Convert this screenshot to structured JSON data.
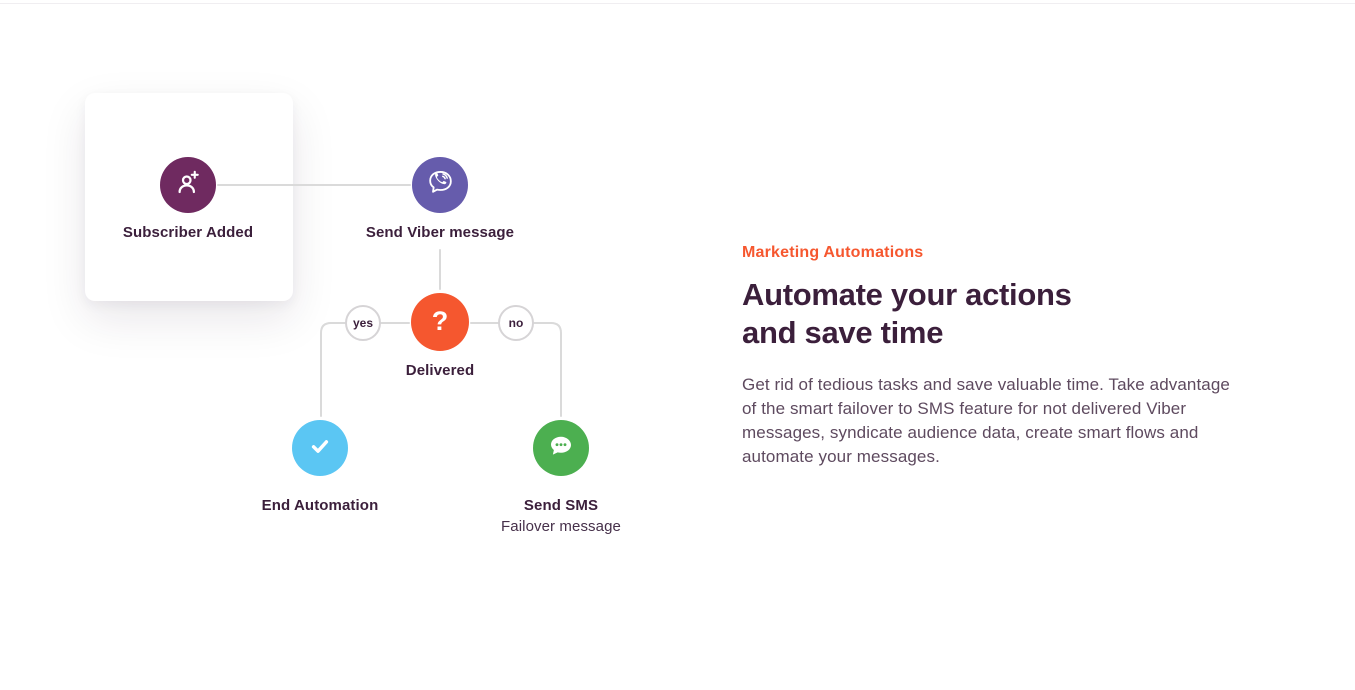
{
  "section": {
    "eyebrow": "Marketing Automations",
    "heading_line1": "Automate your actions",
    "heading_line2": "and save time",
    "paragraph": "Get rid of tedious tasks and save valuable time. Take advantage of the smart failover to SMS feature for not delivered Viber messages, syndicate audience data, create smart flows and automate your messages."
  },
  "flow": {
    "nodes": {
      "subscriber": {
        "label": "Subscriber Added",
        "icon": "person-add-icon",
        "color": "#6F2A60"
      },
      "viber": {
        "label": "Send Viber message",
        "icon": "viber-icon",
        "color": "#665CAC"
      },
      "delivered": {
        "label": "Delivered",
        "glyph": "?",
        "icon": "question-mark-icon",
        "color": "#F5572F"
      },
      "end": {
        "label": "End Automation",
        "icon": "check-icon",
        "color": "#5BC6F3"
      },
      "sms": {
        "label": "Send SMS",
        "sublabel": "Failover message",
        "icon": "chat-bubble-icon",
        "color": "#4CAF50"
      }
    },
    "branches": {
      "yes": "yes",
      "no": "no"
    }
  },
  "colors": {
    "accent_orange": "#F6572F",
    "connector_gray": "#DADADA",
    "heading_text": "#3B1F3B",
    "body_text": "#5E4A5F"
  }
}
